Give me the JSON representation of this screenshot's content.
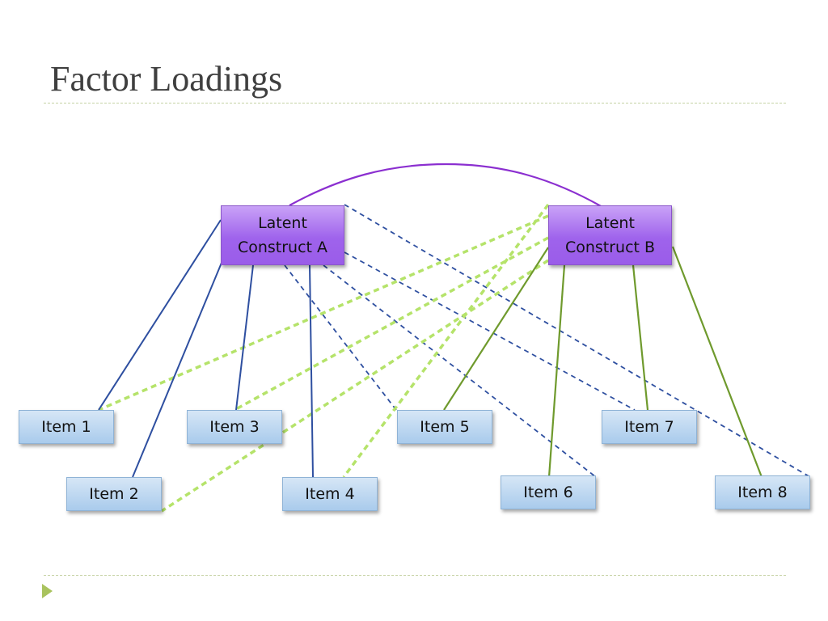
{
  "slide": {
    "title": "Factor Loadings"
  },
  "constructs": [
    {
      "id": "A",
      "label": "Latent Construct A"
    },
    {
      "id": "B",
      "label": "Latent Construct B"
    }
  ],
  "items": [
    {
      "id": 1,
      "label": "Item 1",
      "primary": "A"
    },
    {
      "id": 2,
      "label": "Item 2",
      "primary": "A"
    },
    {
      "id": 3,
      "label": "Item 3",
      "primary": "A"
    },
    {
      "id": 4,
      "label": "Item 4",
      "primary": "A"
    },
    {
      "id": 5,
      "label": "Item 5",
      "primary": "B"
    },
    {
      "id": 6,
      "label": "Item 6",
      "primary": "B"
    },
    {
      "id": 7,
      "label": "Item 7",
      "primary": "B"
    },
    {
      "id": 8,
      "label": "Item 8",
      "primary": "B"
    }
  ],
  "colors": {
    "title": "#3f3f3f",
    "text": "#111111",
    "rule": "#c5d2a4",
    "bullet": "#a9c35e",
    "construct_a_loading": "#2e4fa0",
    "construct_b_loading": "#6f9a2d",
    "construct_a_cross_loading": "#2e4fa0",
    "construct_b_cross_loading": "#b5e36a",
    "correlation": "#8b2fd0"
  }
}
